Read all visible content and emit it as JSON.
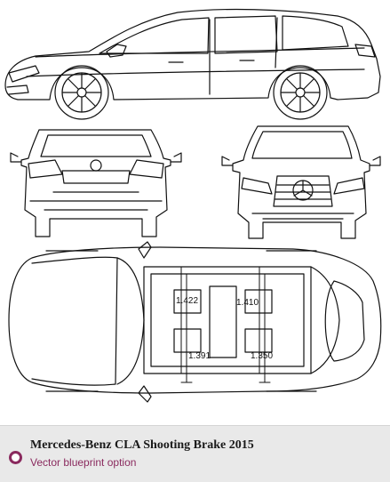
{
  "caption": {
    "title": "Mercedes-Benz CLA Shooting Brake 2015",
    "subtitle": "Vector blueprint option",
    "accent_color": "#8a2a5e"
  },
  "views": {
    "side": "side view",
    "rear": "rear view",
    "front": "front view",
    "top": "top view"
  },
  "dimensions": {
    "d1": "1.422",
    "d2": "1.410",
    "d3": "1.391",
    "d4": "1.350"
  },
  "icons": {
    "bullet": "ring-bullet-icon"
  }
}
